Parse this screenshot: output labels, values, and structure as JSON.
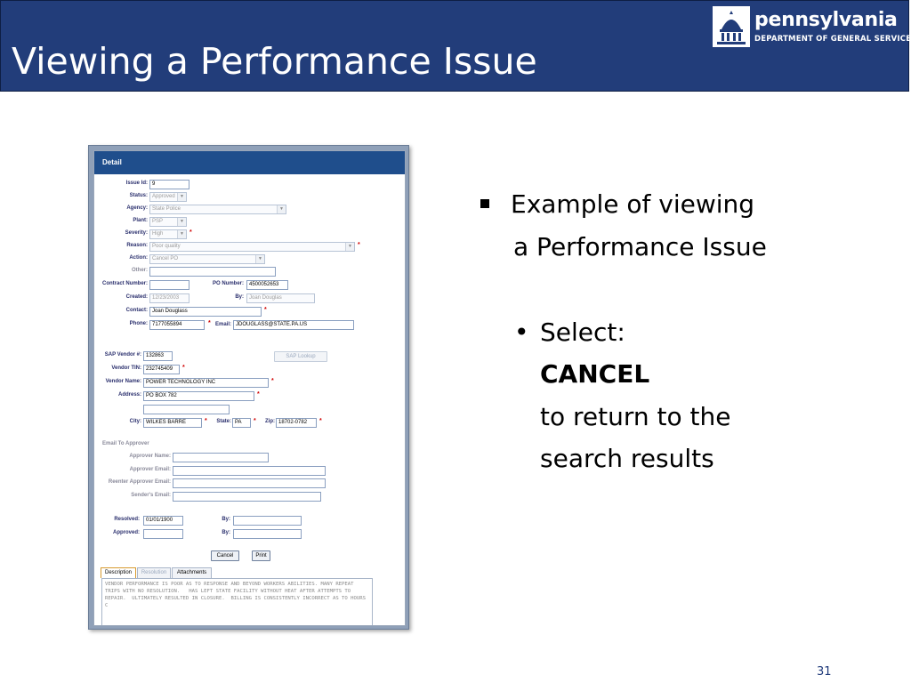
{
  "slide": {
    "title": "Viewing a Performance Issue",
    "page_number": "31"
  },
  "logo": {
    "name": "pennsylvania",
    "department": "DEPARTMENT OF GENERAL SERVICES"
  },
  "colors": {
    "header_bg": "#223d7a",
    "detail_bar": "#1f4e8c",
    "label_text": "#2a2f6d",
    "required": "#d00000"
  },
  "form": {
    "header": "Detail",
    "issue_id": {
      "label": "Issue Id:",
      "value": "9"
    },
    "status": {
      "label": "Status:",
      "value": "Approved"
    },
    "agency": {
      "label": "Agency:",
      "value": "State Police"
    },
    "plant": {
      "label": "Plant:",
      "value": "PSP"
    },
    "severity": {
      "label": "Severity:",
      "value": "High"
    },
    "reason": {
      "label": "Reason:",
      "value": "Poor quality"
    },
    "action": {
      "label": "Action:",
      "value": "Cancel PO"
    },
    "other": {
      "label": "Other:",
      "value": ""
    },
    "contract_number": {
      "label": "Contract Number:",
      "value": ""
    },
    "po_number": {
      "label": "PO Number:",
      "value": "4500052653"
    },
    "created": {
      "label": "Created:",
      "value": "12/23/2003"
    },
    "created_by": {
      "label": "By:",
      "value": "Joan Douglas"
    },
    "contact": {
      "label": "Contact:",
      "value": "Joan Douglass"
    },
    "phone": {
      "label": "Phone:",
      "value": "7177055894"
    },
    "email": {
      "label": "Email:",
      "value": "JDOUGLASS@STATE.PA.US"
    },
    "sap_vendor": {
      "label": "SAP Vendor #:",
      "value": "132863"
    },
    "sap_lookup_label": "SAP Lookup",
    "vendor_tin": {
      "label": "Vendor TIN:",
      "value": "232745409"
    },
    "vendor_name": {
      "label": "Vendor Name:",
      "value": "POWER TECHNOLOGY INC"
    },
    "address": {
      "label": "Address:",
      "value": "PO BOX 782",
      "line2": ""
    },
    "city": {
      "label": "City:",
      "value": "WILKES BARRE"
    },
    "state": {
      "label": "State:",
      "value": "PA"
    },
    "zip": {
      "label": "Zip:",
      "value": "18702-0782"
    },
    "email_to_approver_section": "Email To Approver",
    "approver_name": {
      "label": "Approver Name:",
      "value": ""
    },
    "approver_email": {
      "label": "Approver Email:",
      "value": ""
    },
    "reenter_approver_email": {
      "label": "Reenter Approver Email:",
      "value": ""
    },
    "senders_email": {
      "label": "Sender's Email:",
      "value": ""
    },
    "resolved": {
      "label": "Resolved:",
      "value": "01/01/1900"
    },
    "resolved_by": {
      "label": "By:",
      "value": ""
    },
    "approved": {
      "label": "Approved:",
      "value": ""
    },
    "approved_by": {
      "label": "By:",
      "value": ""
    },
    "cancel_label": "Cancel",
    "print_label": "Print",
    "tabs": [
      {
        "label": "Description"
      },
      {
        "label": "Resolution"
      },
      {
        "label": "Attachments"
      }
    ],
    "description_text": "VENDOR PERFORMANCE IS POOR AS TO RESPONSE AND BEYOND WORKERS ABILITIES. MANY REPEAT TRIPS WITH NO RESOLUTION.   HAS LEFT STATE FACILITY WITHOUT HEAT AFTER ATTEMPTS TO REPAIR.  ULTIMATELY RESULTED IN CLOSURE.  BILLING IS CONSISTENTLY INCORRECT AS TO HOURS C"
  },
  "bullets": {
    "main_line1": "Example of viewing",
    "main_line2": "a Performance Issue",
    "sub_line1": "Select:",
    "sub_line2": "CANCEL",
    "sub_line3": "to return to the",
    "sub_line4": "search results"
  }
}
